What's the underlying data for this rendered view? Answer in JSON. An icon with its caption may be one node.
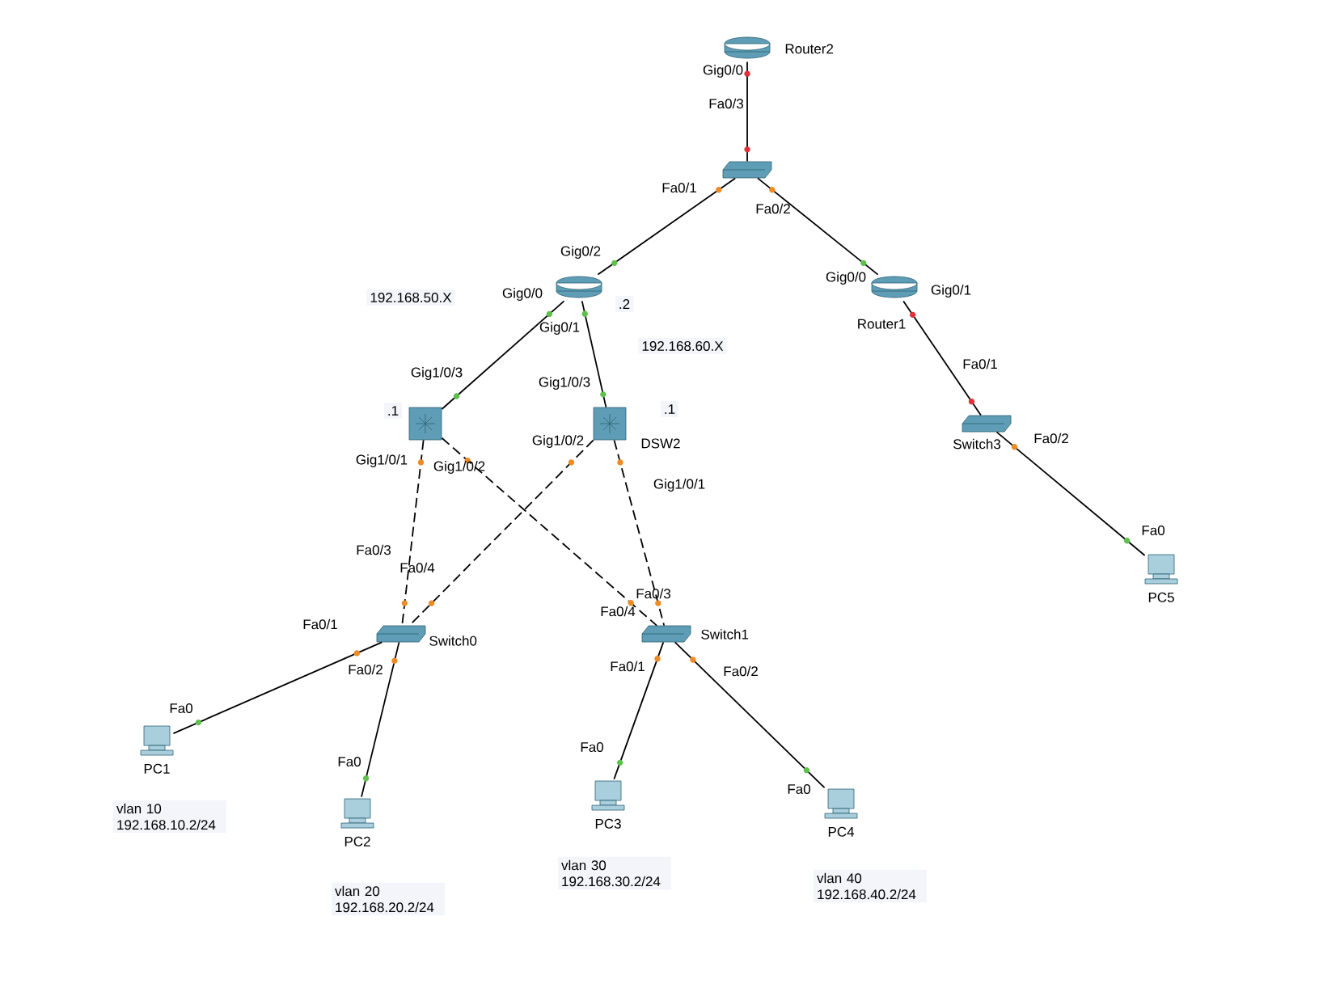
{
  "diagram": {
    "nodes": [
      {
        "text": [
          "Router2"
        ]
      },
      {
        "text": [],
        "shape": "picture"
      },
      {
        "text": [],
        "shape": "picture"
      },
      {
        "text": [
          "Router1"
        ]
      },
      {
        "text": [],
        "shape": "picture"
      },
      {
        "text": [
          "DSW2"
        ]
      },
      {
        "text": [
          "Switch3"
        ]
      },
      {
        "text": [
          "Switch0"
        ]
      },
      {
        "text": [
          "Switch1"
        ]
      },
      {
        "text": [
          "PC1"
        ]
      },
      {
        "text": [
          "PC2"
        ]
      },
      {
        "text": [
          "PC3"
        ]
      },
      {
        "text": [
          "PC4"
        ]
      },
      {
        "text": [
          "PC5"
        ]
      }
    ],
    "edges": [
      {
        "from": 0,
        "to": 1,
        "arrow": "none"
      },
      {
        "from": 1,
        "to": 2,
        "arrow": "none"
      },
      {
        "from": 1,
        "to": 3,
        "arrow": "none"
      },
      {
        "from": 2,
        "to": 4,
        "arrow": "none"
      },
      {
        "from": 2,
        "to": 5,
        "arrow": "none"
      },
      {
        "from": 3,
        "to": 6,
        "arrow": "none"
      },
      {
        "from": 6,
        "to": 13,
        "arrow": "none"
      },
      {
        "from": 4,
        "to": 7,
        "arrow": "none",
        "style": "dashed"
      },
      {
        "from": 4,
        "to": 8,
        "arrow": "none",
        "style": "dashed"
      },
      {
        "from": 5,
        "to": 7,
        "arrow": "none",
        "style": "dashed"
      },
      {
        "from": 5,
        "to": 8,
        "arrow": "none",
        "style": "dashed"
      },
      {
        "from": 7,
        "to": 9,
        "arrow": "none"
      },
      {
        "from": 7,
        "to": 10,
        "arrow": "none"
      },
      {
        "from": 8,
        "to": 11,
        "arrow": "none"
      },
      {
        "from": 8,
        "to": 12,
        "arrow": "none"
      }
    ],
    "labels": [
      "Gig0/0",
      "Fa0/3",
      "Fa0/1",
      "Fa0/2",
      "Gig0/2",
      "192.168.50.X",
      "Gig0/0",
      ".2",
      "Gig0/0",
      "Gig0/1",
      "Gig0/1",
      "192.168.60.X",
      "Fa0/1",
      "Gig1/0/3",
      "Gig1/0/3",
      ".1",
      ".1",
      "Gig1/0/2",
      "Fa0/2",
      "Gig1/0/1",
      "Gig1/0/2",
      "Gig1/0/1",
      "Fa0/3",
      "Fa0/4",
      "Fa0",
      "Fa0/3",
      "Fa0/4",
      "Fa0/1",
      "Fa0/2",
      "Fa0/1",
      "Fa0/2",
      "Fa0",
      "Fa0",
      "Fa0",
      "Fa0",
      "vlan 10 192.168.10.2/24",
      "vlan 30 192.168.30.2/24",
      "vlan 40 192.168.40.2/24",
      "vlan 20 192.168.20.2/24"
    ]
  }
}
